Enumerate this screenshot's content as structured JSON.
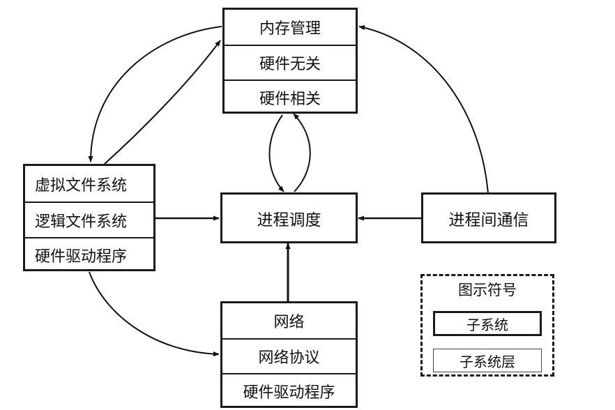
{
  "memory": {
    "title": "内存管理",
    "row2": "硬件无关",
    "row3": "硬件相关"
  },
  "filesystem": {
    "row1": "虚拟文件系统",
    "row2": "逻辑文件系统",
    "row3": "硬件驱动程序"
  },
  "scheduler": {
    "label": "进程调度"
  },
  "ipc": {
    "label": "进程间通信"
  },
  "network": {
    "row1": "网络",
    "row2": "网络协议",
    "row3": "硬件驱动程序"
  },
  "legend": {
    "title": "图示符号",
    "subsystem": "子系统",
    "subsystem_layer": "子系统层"
  }
}
